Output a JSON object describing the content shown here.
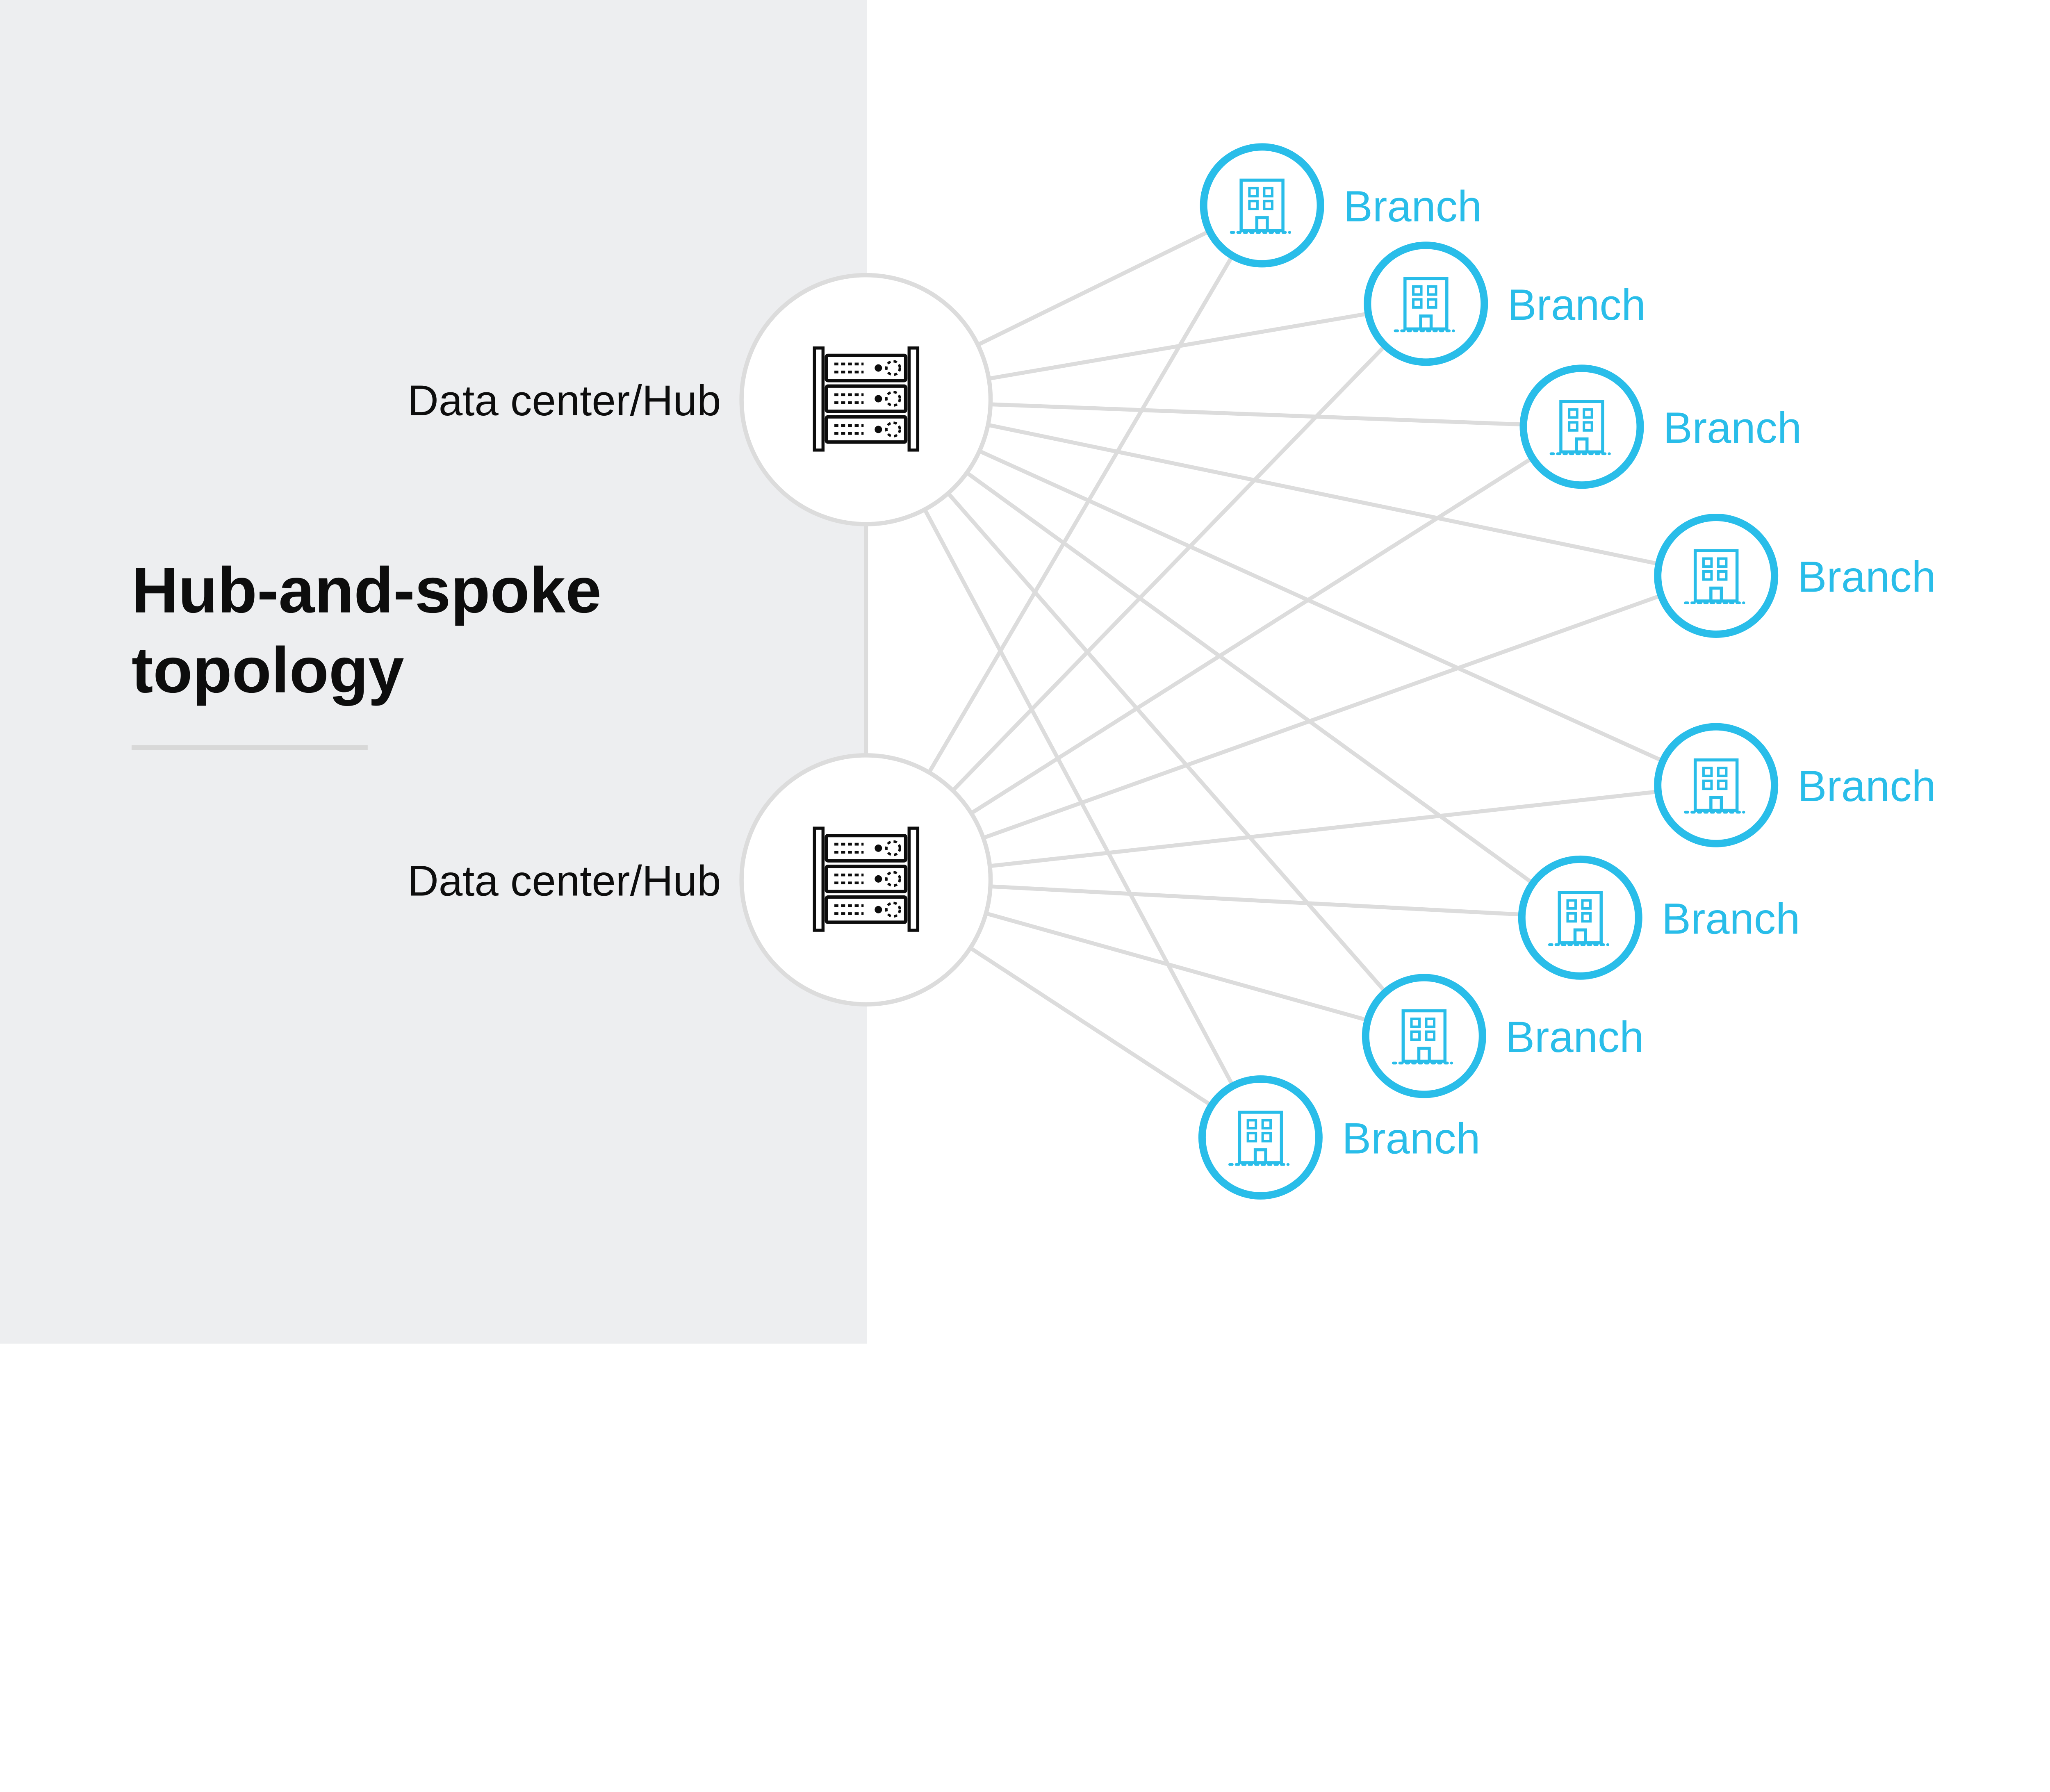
{
  "title": {
    "line1": "Hub-and-spoke",
    "line2": "topology"
  },
  "hubs": [
    {
      "label": "Data center/Hub"
    },
    {
      "label": "Data center/Hub"
    }
  ],
  "branches": [
    {
      "label": "Branch"
    },
    {
      "label": "Branch"
    },
    {
      "label": "Branch"
    },
    {
      "label": "Branch"
    },
    {
      "label": "Branch"
    },
    {
      "label": "Branch"
    },
    {
      "label": "Branch"
    },
    {
      "label": "Branch"
    }
  ],
  "icons": {
    "hub": "server-rack-icon",
    "branch": "building-icon"
  },
  "colors": {
    "accent_cyan": "#29bde9",
    "connector_gray": "#dcdcdc",
    "panel_gray": "#edeef0",
    "divider_gray": "#d8d8d8",
    "text_black": "#0d0d0d",
    "node_fill": "#ffffff"
  },
  "diagram": {
    "type": "hub-and-spoke network topology",
    "hub_count": 2,
    "branch_count": 8,
    "links": "each data center/hub connects to every branch; the two hubs are linked to each other"
  }
}
